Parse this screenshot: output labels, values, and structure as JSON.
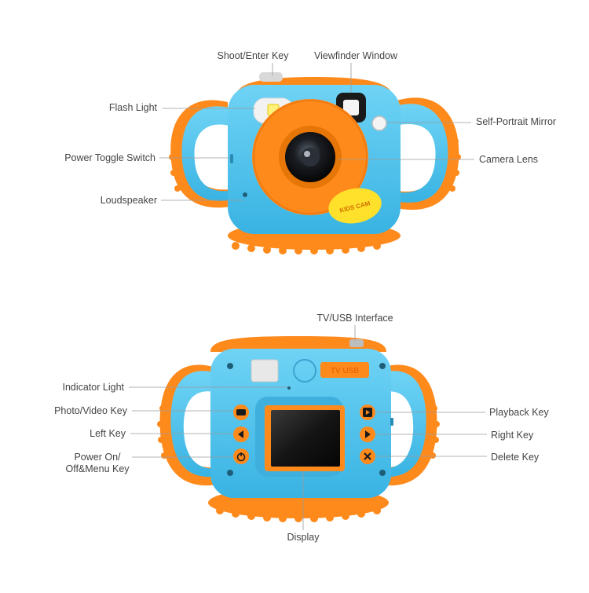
{
  "front_view": {
    "labels": {
      "shoot_enter_key": "Shoot/Enter Key",
      "viewfinder_window": "Viewfinder Window",
      "flash_light": "Flash Light",
      "self_portrait_mirror": "Self-Portrait Mirror",
      "power_toggle_switch": "Power Toggle Switch",
      "camera_lens": "Camera Lens",
      "loudspeaker": "Loudspeaker"
    },
    "badge_text": "KIDS CAM"
  },
  "back_view": {
    "labels": {
      "tv_usb_interface": "TV/USB Interface",
      "indicator_light": "Indicator Light",
      "photo_video_key": "Photo/Video Key",
      "left_key": "Left Key",
      "power_menu_key_line1": "Power On/",
      "power_menu_key_line2": "Off&Menu Key",
      "playback_key": "Playback Key",
      "right_key": "Right Key",
      "delete_key": "Delete Key",
      "display": "Display"
    },
    "port_text": "TV USB"
  },
  "colors": {
    "body_blue": "#4fc3ec",
    "body_blue_dark": "#2ea6d6",
    "accent_orange": "#ff8a1c",
    "accent_orange_dark": "#e86f05",
    "badge_yellow": "#ffe02a",
    "lens_black": "#111111",
    "leader_line": "#9a9a9a"
  }
}
